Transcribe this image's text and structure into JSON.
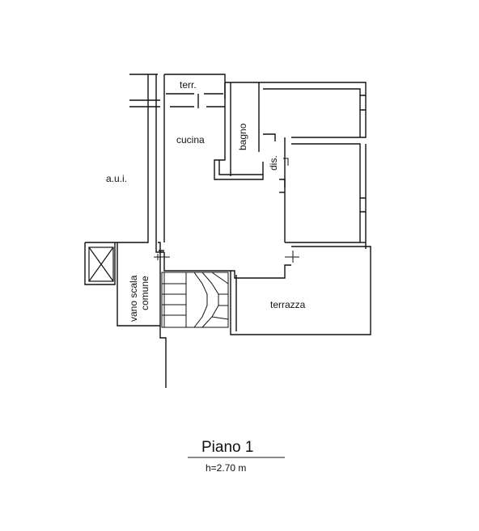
{
  "plan": {
    "rooms": {
      "terr": "terr.",
      "cucina": "cucina",
      "bagno": "bagno",
      "dis": "dis.",
      "aui": "a.u.i.",
      "vano_scala_line1": "vano scala",
      "vano_scala_line2": "comune",
      "terrazza": "terrazza"
    },
    "title": "Piano 1",
    "ceiling_height": "h=2.70 m",
    "colors": {
      "line": "#111111",
      "wall": "#000000",
      "background": "#ffffff"
    }
  }
}
